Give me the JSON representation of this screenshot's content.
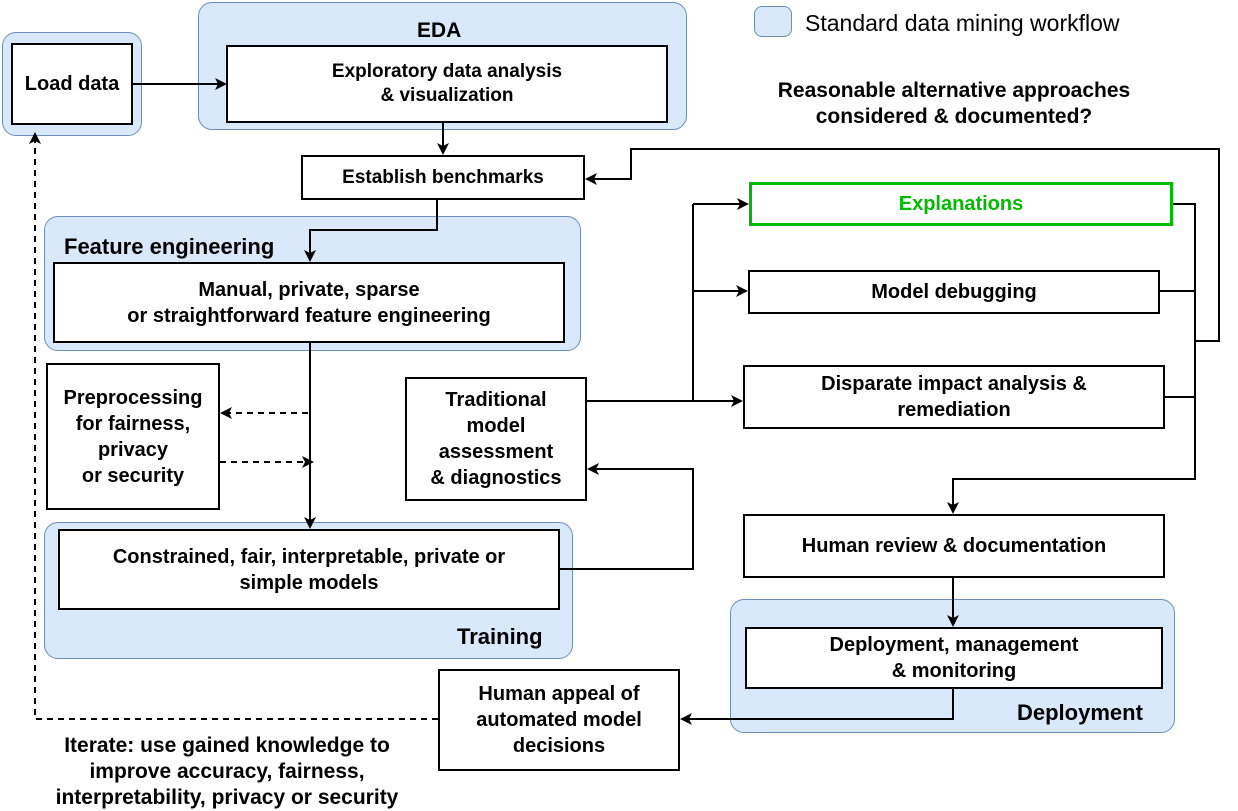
{
  "legend": {
    "label": "Standard data mining workflow"
  },
  "groups": {
    "eda": "EDA",
    "feature_engineering": "Feature engineering",
    "training": "Training",
    "deployment": "Deployment"
  },
  "nodes": {
    "load_data": "Load data",
    "eda_box": "Exploratory data analysis\n& visualization",
    "benchmarks": "Establish benchmarks",
    "feature_eng": "Manual, private, sparse\nor straightforward feature engineering",
    "preprocessing": "Preprocessing\nfor fairness,\nprivacy\nor security",
    "models": "Constrained, fair, interpretable, private or\nsimple models",
    "traditional": "Traditional\nmodel\nassessment\n& diagnostics",
    "explanations": "Explanations",
    "debugging": "Model debugging",
    "disparate": "Disparate impact analysis &\nremediation",
    "human_review": "Human review & documentation",
    "deployment_box": "Deployment, management\n& monitoring",
    "appeal": "Human appeal of\nautomated model\ndecisions"
  },
  "annotations": {
    "alternatives": "Reasonable alternative approaches\nconsidered & documented?",
    "iterate": "Iterate: use gained knowledge to\nimprove accuracy, fairness,\ninterpretability, privacy or security"
  },
  "colors": {
    "group_fill": "#dae8fc",
    "group_stroke": "#6c8ebf",
    "highlight": "#00bb00"
  }
}
